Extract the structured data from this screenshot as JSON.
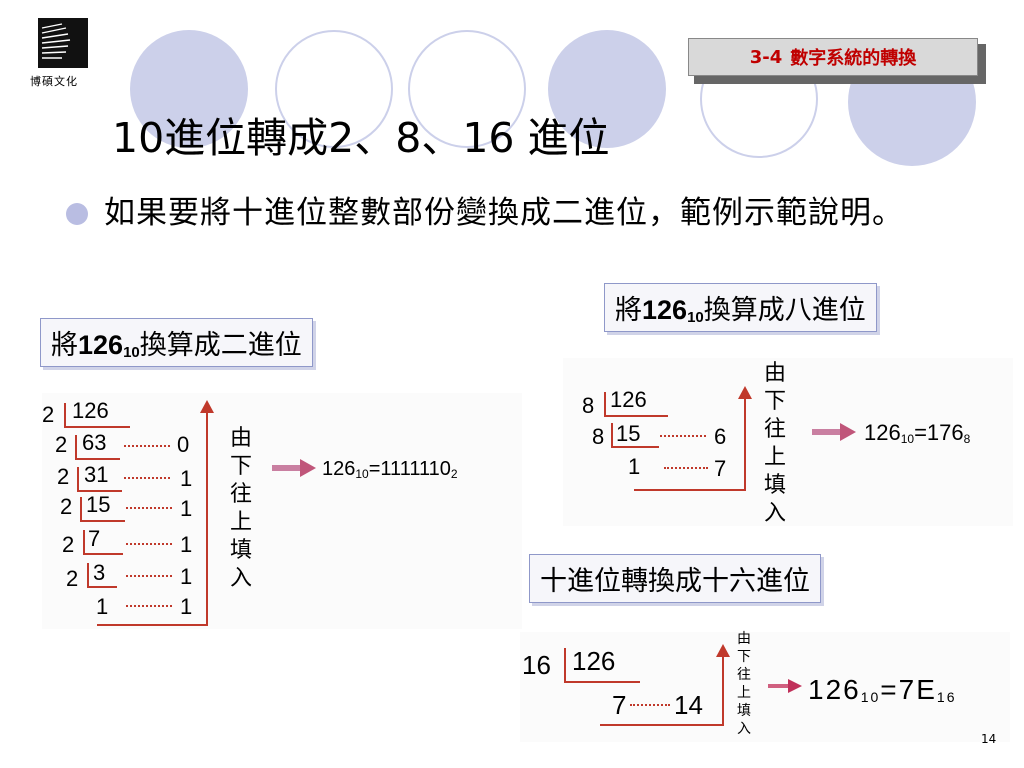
{
  "logo": {
    "text": "博碩文化"
  },
  "section_tag": {
    "number": "3-4",
    "title": "數字系統的轉換"
  },
  "title": "10進位轉成2、8、16 進位",
  "bullet": "如果要將十進位整數部份變換成二進位，範例示範說明。",
  "binary": {
    "label_prefix": "將",
    "label_num": "126",
    "label_sub": "10",
    "label_suffix": "換算成二進位",
    "divisor": "2",
    "rows": [
      {
        "div": "2",
        "q": "126",
        "r": ""
      },
      {
        "div": "2",
        "q": "63",
        "r": "0"
      },
      {
        "div": "2",
        "q": "31",
        "r": "1"
      },
      {
        "div": "2",
        "q": "15",
        "r": "1"
      },
      {
        "div": "2",
        "q": "7",
        "r": "1"
      },
      {
        "div": "2",
        "q": "3",
        "r": "1"
      },
      {
        "div": "",
        "q": "1",
        "r": "1"
      }
    ],
    "direction": [
      "由",
      "下",
      "往",
      "上",
      "填",
      "入"
    ],
    "result_num": "126",
    "result_sub": "10",
    "result_eq": "=1111110",
    "result_base": "2"
  },
  "octal": {
    "label_prefix": "將",
    "label_num": "126",
    "label_sub": "10",
    "label_suffix": "換算成八進位",
    "rows": [
      {
        "div": "8",
        "q": "126",
        "r": ""
      },
      {
        "div": "8",
        "q": "15",
        "r": "6"
      },
      {
        "div": "",
        "q": "1",
        "r": "7"
      }
    ],
    "direction": [
      "由",
      "下",
      "往",
      "上",
      "填",
      "入"
    ],
    "result_num": "126",
    "result_sub": "10",
    "result_eq": "=176",
    "result_base": "8"
  },
  "hex": {
    "label": "十進位轉換成十六進位",
    "rows": [
      {
        "div": "16",
        "q": "126",
        "r": ""
      },
      {
        "div": "",
        "q": "7",
        "r": "14"
      }
    ],
    "direction": [
      "由",
      "下",
      "往",
      "上",
      "填",
      "入"
    ],
    "result_num": "126",
    "result_sub": "10",
    "result_eq": "=7E",
    "result_base": "16"
  },
  "page_number": "14",
  "colors": {
    "accent_red": "#c0392b",
    "circle": "#ccd0ea",
    "arrow": "#c0567a"
  }
}
